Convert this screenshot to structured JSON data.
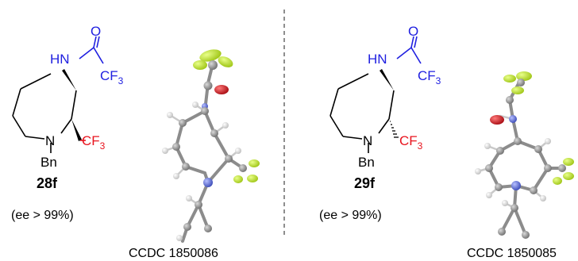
{
  "panels": [
    {
      "compound_id": "28f",
      "ee_text": "(ee > 99%)",
      "ccdc_text": "CCDC 1850086",
      "atoms": {
        "nh": "HN",
        "o": "O",
        "cf3_acyl": "CF",
        "cf3_acyl_sub": "3",
        "n": "N",
        "bn": "Bn",
        "cf3_ring": "CF",
        "cf3_ring_sub": "3"
      }
    },
    {
      "compound_id": "29f",
      "ee_text": "(ee > 99%)",
      "ccdc_text": "CCDC 1850085",
      "atoms": {
        "nh": "HN",
        "o": "O",
        "cf3_acyl": "CF",
        "cf3_acyl_sub": "3",
        "n": "N",
        "bn": "Bn",
        "cf3_ring": "CF",
        "cf3_ring_sub": "3"
      }
    }
  ],
  "colors": {
    "bond": "#000000",
    "amide": "#1f1fe0",
    "cf3_ring": "#e8141e",
    "carbon": "#8c8c8c",
    "hydrogen": "#e6e6e6",
    "fluorine": "#bde22a",
    "oxygen": "#d8131c",
    "nitrogen": "#5f6fd6",
    "divider": "#444444"
  }
}
